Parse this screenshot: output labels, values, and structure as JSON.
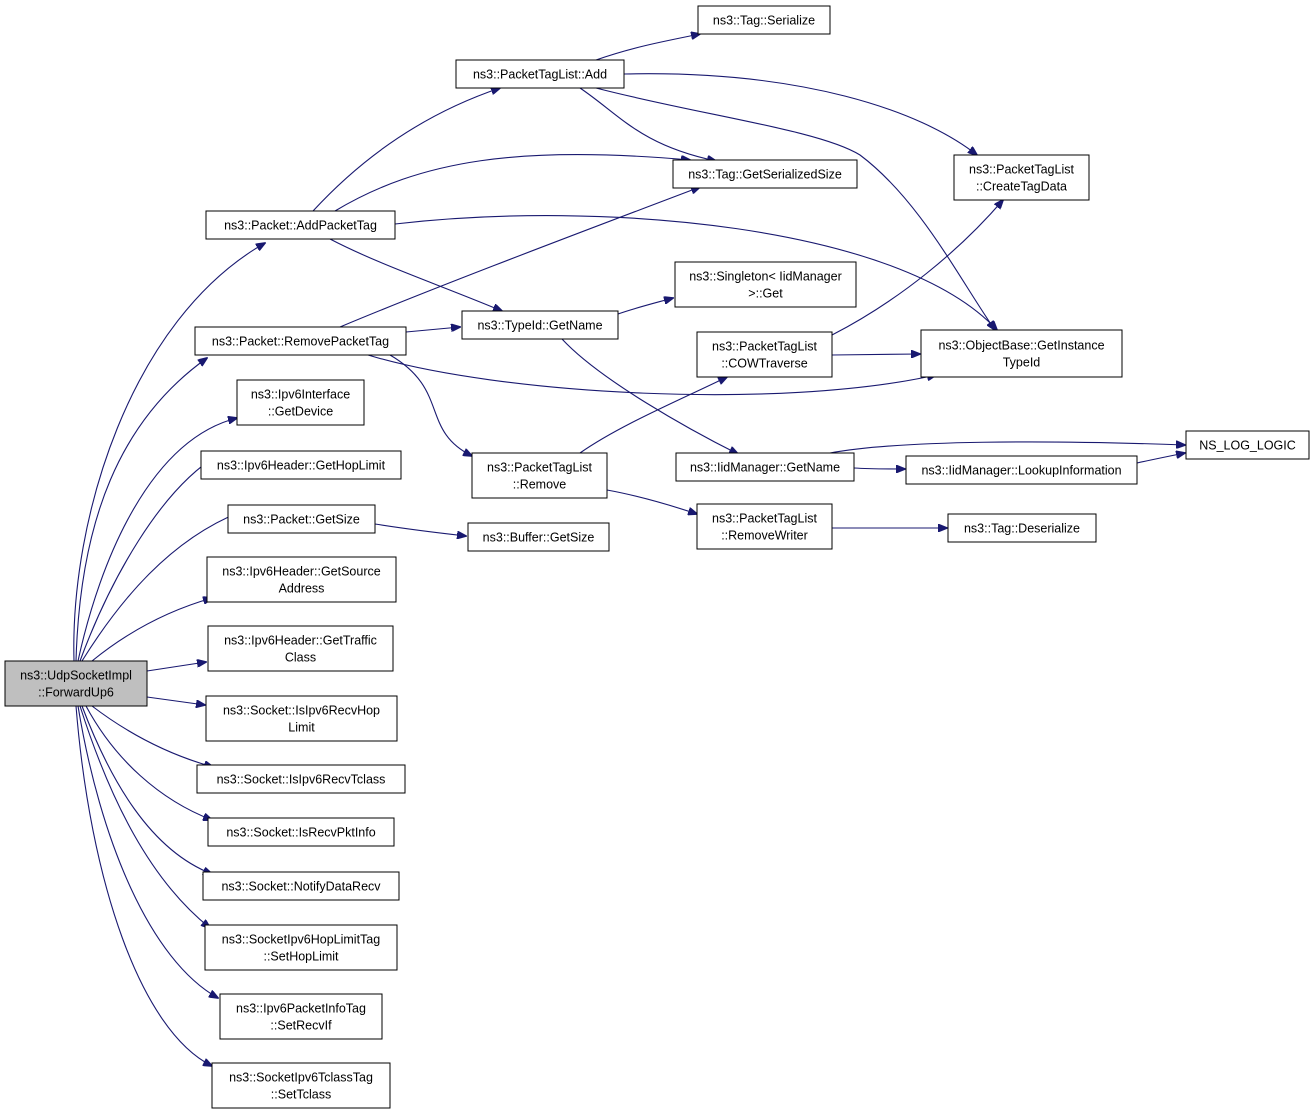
{
  "root": "n_forwardup6",
  "nodes": [
    {
      "id": "n_forwardup6",
      "lines": [
        "ns3::UdpSocketImpl",
        "::ForwardUp6"
      ],
      "highlighted": true
    },
    {
      "id": "n_addpackettag",
      "lines": [
        "ns3::Packet::AddPacketTag"
      ]
    },
    {
      "id": "n_removepackettag",
      "lines": [
        "ns3::Packet::RemovePacketTag"
      ]
    },
    {
      "id": "n_ipv6if_getdevice",
      "lines": [
        "ns3::Ipv6Interface",
        "::GetDevice"
      ]
    },
    {
      "id": "n_gethoplimit",
      "lines": [
        "ns3::Ipv6Header::GetHopLimit"
      ]
    },
    {
      "id": "n_packet_getsize",
      "lines": [
        "ns3::Packet::GetSize"
      ]
    },
    {
      "id": "n_getsourceaddress",
      "lines": [
        "ns3::Ipv6Header::GetSource",
        "Address"
      ]
    },
    {
      "id": "n_gettrafficclass",
      "lines": [
        "ns3::Ipv6Header::GetTraffic",
        "Class"
      ]
    },
    {
      "id": "n_isipv6recvhoplimit",
      "lines": [
        "ns3::Socket::IsIpv6RecvHop",
        "Limit"
      ]
    },
    {
      "id": "n_isipv6recvtclass",
      "lines": [
        "ns3::Socket::IsIpv6RecvTclass"
      ]
    },
    {
      "id": "n_isrecvpktinfo",
      "lines": [
        "ns3::Socket::IsRecvPktInfo"
      ]
    },
    {
      "id": "n_notifydatarecv",
      "lines": [
        "ns3::Socket::NotifyDataRecv"
      ]
    },
    {
      "id": "n_sethoplimit",
      "lines": [
        "ns3::SocketIpv6HopLimitTag",
        "::SetHopLimit"
      ]
    },
    {
      "id": "n_setrecvif",
      "lines": [
        "ns3::Ipv6PacketInfoTag",
        "::SetRecvIf"
      ]
    },
    {
      "id": "n_settclass",
      "lines": [
        "ns3::SocketIpv6TclassTag",
        "::SetTclass"
      ]
    },
    {
      "id": "n_ptl_add",
      "lines": [
        "ns3::PacketTagList::Add"
      ]
    },
    {
      "id": "n_tag_serialize",
      "lines": [
        "ns3::Tag::Serialize"
      ]
    },
    {
      "id": "n_tag_getserializedsize",
      "lines": [
        "ns3::Tag::GetSerializedSize"
      ]
    },
    {
      "id": "n_typeid_getname",
      "lines": [
        "ns3::TypeId::GetName"
      ]
    },
    {
      "id": "n_ptl_remove",
      "lines": [
        "ns3::PacketTagList",
        "::Remove"
      ]
    },
    {
      "id": "n_buffer_getsize",
      "lines": [
        "ns3::Buffer::GetSize"
      ]
    },
    {
      "id": "n_singleton_get",
      "lines": [
        "ns3::Singleton< IidManager",
        ">::Get"
      ]
    },
    {
      "id": "n_ptl_cowtraverse",
      "lines": [
        "ns3::PacketTagList",
        "::COWTraverse"
      ]
    },
    {
      "id": "n_iidmanager_getname",
      "lines": [
        "ns3::IidManager::GetName"
      ]
    },
    {
      "id": "n_ptl_removewriter",
      "lines": [
        "ns3::PacketTagList",
        "::RemoveWriter"
      ]
    },
    {
      "id": "n_ptl_createtagdata",
      "lines": [
        "ns3::PacketTagList",
        "::CreateTagData"
      ]
    },
    {
      "id": "n_getinstancetypeid",
      "lines": [
        "ns3::ObjectBase::GetInstance",
        "TypeId"
      ]
    },
    {
      "id": "n_lookupinformation",
      "lines": [
        "ns3::IidManager::LookupInformation"
      ]
    },
    {
      "id": "n_tag_deserialize",
      "lines": [
        "ns3::Tag::Deserialize"
      ]
    },
    {
      "id": "n_ns_log_logic",
      "lines": [
        "NS_LOG_LOGIC"
      ]
    }
  ],
  "edges": [
    {
      "from": "n_forwardup6",
      "to": "n_addpackettag"
    },
    {
      "from": "n_forwardup6",
      "to": "n_removepackettag"
    },
    {
      "from": "n_forwardup6",
      "to": "n_ipv6if_getdevice"
    },
    {
      "from": "n_forwardup6",
      "to": "n_gethoplimit"
    },
    {
      "from": "n_forwardup6",
      "to": "n_packet_getsize"
    },
    {
      "from": "n_forwardup6",
      "to": "n_getsourceaddress"
    },
    {
      "from": "n_forwardup6",
      "to": "n_gettrafficclass"
    },
    {
      "from": "n_forwardup6",
      "to": "n_isipv6recvhoplimit"
    },
    {
      "from": "n_forwardup6",
      "to": "n_isipv6recvtclass"
    },
    {
      "from": "n_forwardup6",
      "to": "n_isrecvpktinfo"
    },
    {
      "from": "n_forwardup6",
      "to": "n_notifydatarecv"
    },
    {
      "from": "n_forwardup6",
      "to": "n_sethoplimit"
    },
    {
      "from": "n_forwardup6",
      "to": "n_setrecvif"
    },
    {
      "from": "n_forwardup6",
      "to": "n_settclass"
    },
    {
      "from": "n_addpackettag",
      "to": "n_ptl_add"
    },
    {
      "from": "n_addpackettag",
      "to": "n_tag_getserializedsize"
    },
    {
      "from": "n_addpackettag",
      "to": "n_typeid_getname"
    },
    {
      "from": "n_addpackettag",
      "to": "n_getinstancetypeid"
    },
    {
      "from": "n_removepackettag",
      "to": "n_tag_getserializedsize"
    },
    {
      "from": "n_removepackettag",
      "to": "n_typeid_getname"
    },
    {
      "from": "n_removepackettag",
      "to": "n_ptl_remove"
    },
    {
      "from": "n_removepackettag",
      "to": "n_getinstancetypeid"
    },
    {
      "from": "n_packet_getsize",
      "to": "n_buffer_getsize"
    },
    {
      "from": "n_ptl_add",
      "to": "n_tag_serialize"
    },
    {
      "from": "n_ptl_add",
      "to": "n_tag_getserializedsize"
    },
    {
      "from": "n_ptl_add",
      "to": "n_ptl_createtagdata"
    },
    {
      "from": "n_ptl_add",
      "to": "n_getinstancetypeid"
    },
    {
      "from": "n_typeid_getname",
      "to": "n_singleton_get"
    },
    {
      "from": "n_typeid_getname",
      "to": "n_iidmanager_getname"
    },
    {
      "from": "n_ptl_remove",
      "to": "n_ptl_cowtraverse"
    },
    {
      "from": "n_ptl_remove",
      "to": "n_ptl_removewriter"
    },
    {
      "from": "n_ptl_cowtraverse",
      "to": "n_ptl_createtagdata"
    },
    {
      "from": "n_ptl_cowtraverse",
      "to": "n_getinstancetypeid"
    },
    {
      "from": "n_iidmanager_getname",
      "to": "n_lookupinformation"
    },
    {
      "from": "n_iidmanager_getname",
      "to": "n_ns_log_logic"
    },
    {
      "from": "n_lookupinformation",
      "to": "n_ns_log_logic"
    },
    {
      "from": "n_ptl_removewriter",
      "to": "n_tag_deserialize"
    }
  ]
}
